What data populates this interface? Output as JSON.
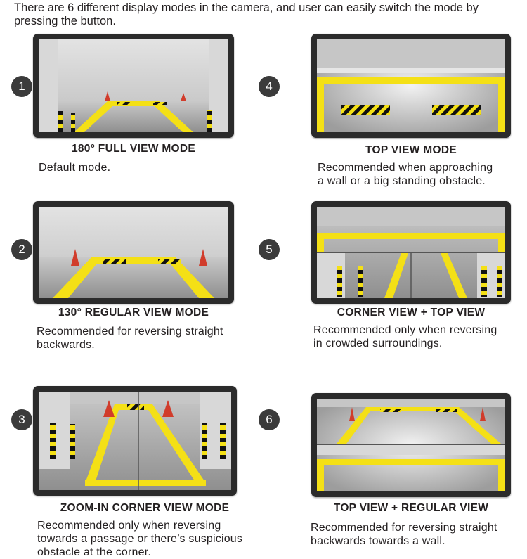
{
  "intro": "There are 6 different display modes in the camera, and user can easily switch the mode by pressing the button.",
  "modes": [
    {
      "number": "1",
      "title": "180° FULL VIEW MODE",
      "description": "Default mode."
    },
    {
      "number": "2",
      "title": "130° REGULAR VIEW MODE",
      "description": "Recommended for reversing straight\nbackwards."
    },
    {
      "number": "3",
      "title": "ZOOM-IN CORNER VIEW MODE",
      "description": "Recommended only when reversing\ntowards a passage or there’s suspicious\nobstacle at the corner."
    },
    {
      "number": "4",
      "title": "TOP VIEW MODE",
      "description": "Recommended when approaching\na wall or a big standing obstacle."
    },
    {
      "number": "5",
      "title": "CORNER VIEW + TOP VIEW",
      "description": "Recommended only when reversing\nin crowded surroundings."
    },
    {
      "number": "6",
      "title": "TOP VIEW + REGULAR VIEW",
      "description": "Recommended for reversing straight\nbackwards towards a wall."
    }
  ],
  "colors": {
    "line_yellow": "#f4e016",
    "frame": "#2b2b2b",
    "badge": "#3b3b3b"
  }
}
